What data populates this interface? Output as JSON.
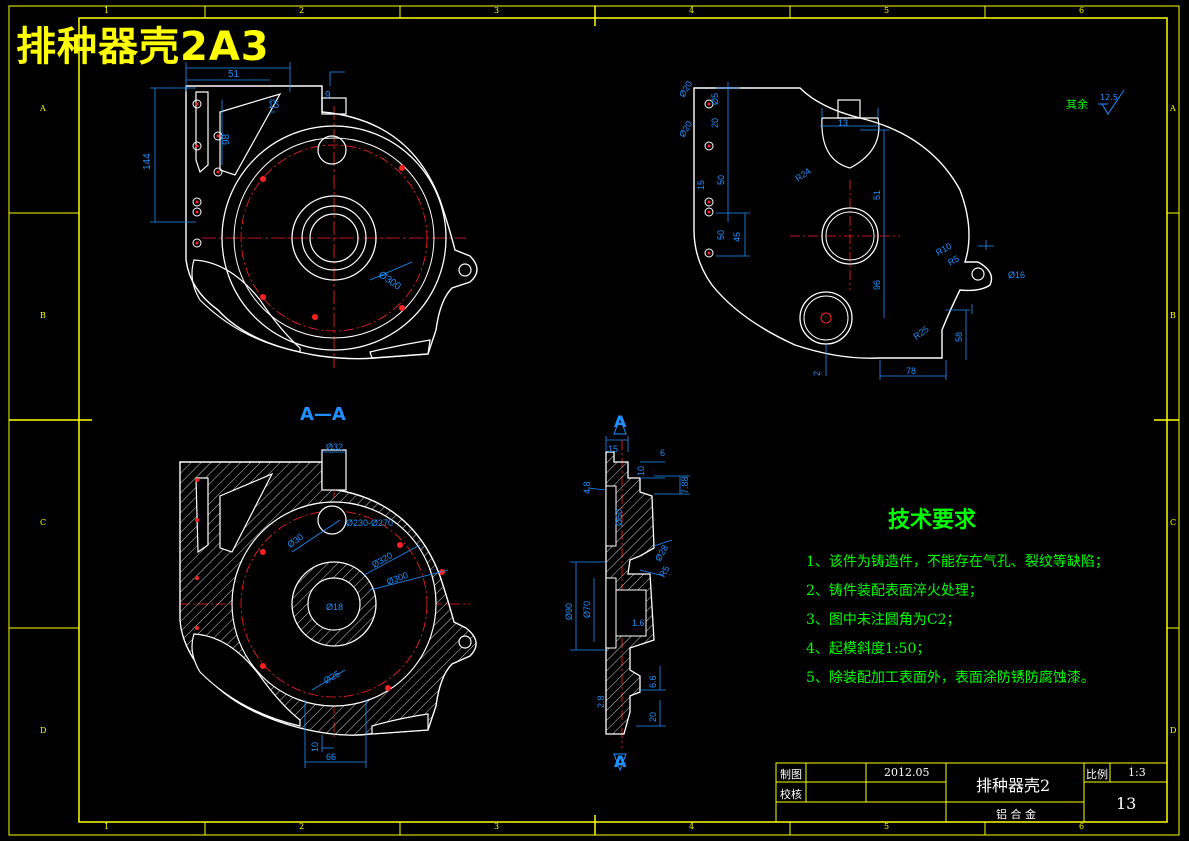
{
  "drawing": {
    "title": "排种器壳2A3",
    "section_label_top": "A—A",
    "cut_label": "A",
    "surface_note": "其余",
    "surface_value": "12.5"
  },
  "border": {
    "col_numbers": [
      "1",
      "2",
      "3",
      "4",
      "5",
      "6"
    ],
    "row_letters": [
      "A",
      "B",
      "C",
      "D"
    ]
  },
  "tech_requirements": {
    "title": "技术要求",
    "items": [
      "1、该件为铸造件，不能存在气孔、裂纹等缺陷；",
      "2、铸件装配表面淬火处理；",
      "3、图中未注圆角为C2；",
      "4、起模斜度1:50；",
      "5、除装配加工表面外，表面涂防锈防腐蚀漆。"
    ]
  },
  "title_block": {
    "drawn_label": "制图",
    "check_label": "校核",
    "date": "2012.05",
    "part_name": "排种器壳2",
    "material": "铝 合 金",
    "scale_label": "比例",
    "scale_value": "1:3",
    "sheet_number": "13"
  },
  "dimensions": {
    "view1": [
      "51",
      "144",
      "98",
      "Ø300",
      "15",
      "9"
    ],
    "view2": [
      "Ø20",
      "Ø20",
      "Ø5",
      "20",
      "50",
      "15",
      "50",
      "45",
      "R10",
      "R5",
      "Ø16",
      "96",
      "51",
      "78",
      "58",
      "13",
      "R24",
      "2",
      "R25"
    ],
    "view3": [
      "Ø32",
      "Ø30",
      "Ø320",
      "Ø300",
      "Ø230-Ø270",
      "66",
      "10",
      "Ø18",
      "Ø25"
    ],
    "view4": [
      "15",
      "6",
      "10",
      "7.88",
      "4.8",
      "Ø50",
      "Ø28",
      "R5",
      "Ø90",
      "Ø70",
      "1.6",
      "2.8",
      "20",
      "6.6"
    ]
  },
  "colors": {
    "outline": "#ffffff",
    "dimension": "#1e90ff",
    "centerline": "#ff2020",
    "border": "#ffff00",
    "text_green": "#00ff00",
    "hatch": "#ffffff",
    "background": "#000000"
  }
}
